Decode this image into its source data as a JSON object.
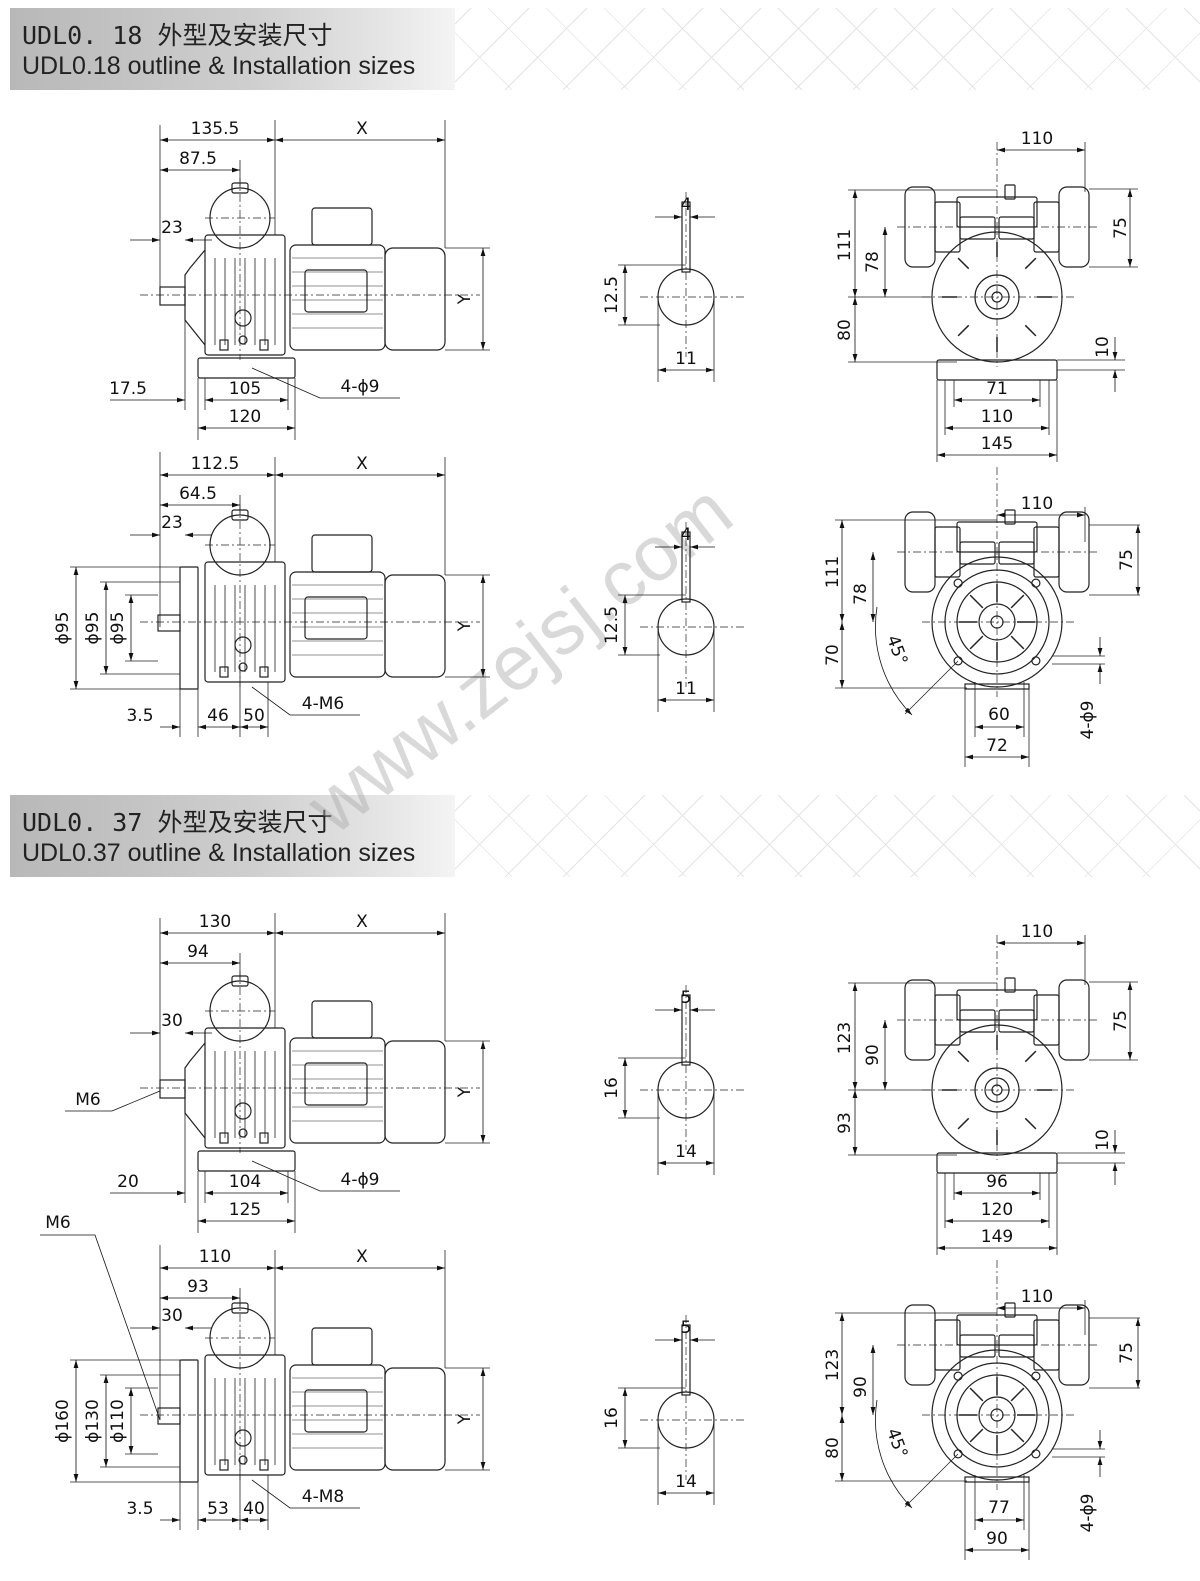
{
  "watermark": "www.zejsj.com",
  "sections": [
    {
      "title_cn": "UDL0. 18 外型及安装尺寸",
      "title_en": "UDL0.18 outline & Installation sizes",
      "foot_view": {
        "overall": "135.5",
        "center": "87.5",
        "shaft": "23",
        "x": "X",
        "y": "Y",
        "offset": "17.5",
        "holes_span": "105",
        "base": "120",
        "holes": "4-ϕ9"
      },
      "flange_view": {
        "overall": "112.5",
        "center": "64.5",
        "shaft": "23",
        "x": "X",
        "y": "Y",
        "d1": "ϕ95",
        "d2": "ϕ95",
        "d3": "ϕ95",
        "flange": "3.5",
        "a": "46",
        "b": "50",
        "holes": "4-M6"
      },
      "shaft_foot": {
        "key": "4",
        "height": "12.5",
        "dia": "11"
      },
      "shaft_flange": {
        "key": "4",
        "height": "12.5",
        "dia": "11"
      },
      "end_foot": {
        "offset": "110",
        "h1": "111",
        "h2": "78",
        "knob": "75",
        "h3": "80",
        "foot": "10",
        "a": "71",
        "b": "110",
        "c": "145"
      },
      "end_flange": {
        "offset": "110",
        "h1": "111",
        "h2": "78",
        "knob": "75",
        "h3": "70",
        "angle": "45°",
        "a": "60",
        "b": "72",
        "holes": "4-ϕ9"
      }
    },
    {
      "title_cn": "UDL0. 37 外型及安装尺寸",
      "title_en": "UDL0.37 outline & Installation sizes",
      "foot_view": {
        "overall": "130",
        "center": "94",
        "shaft": "30",
        "x": "X",
        "y": "Y",
        "thread": "M6",
        "offset": "20",
        "holes_span": "104",
        "base": "125",
        "holes": "4-ϕ9"
      },
      "flange_view": {
        "overall": "110",
        "center": "93",
        "shaft": "30",
        "x": "X",
        "y": "Y",
        "thread": "M6",
        "d1": "ϕ160",
        "d2": "ϕ130",
        "d3": "ϕ110",
        "flange": "3.5",
        "a": "53",
        "b": "40",
        "holes": "4-M8"
      },
      "shaft_foot": {
        "key": "5",
        "height": "16",
        "dia": "14"
      },
      "shaft_flange": {
        "key": "5",
        "height": "16",
        "dia": "14"
      },
      "end_foot": {
        "offset": "110",
        "h1": "123",
        "h2": "90",
        "knob": "75",
        "h3": "93",
        "foot": "10",
        "a": "96",
        "b": "120",
        "c": "149"
      },
      "end_flange": {
        "offset": "110",
        "h1": "123",
        "h2": "90",
        "knob": "75",
        "h3": "80",
        "angle": "45°",
        "a": "77",
        "b": "90",
        "holes": "4-ϕ9"
      }
    }
  ]
}
